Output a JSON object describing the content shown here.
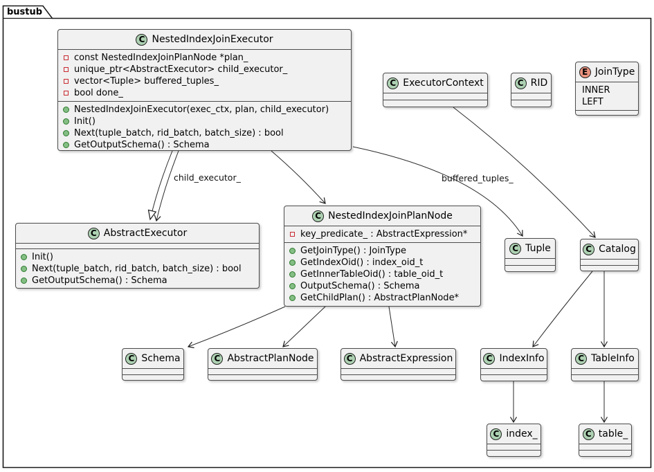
{
  "package": {
    "title": "bustub"
  },
  "colors": {
    "box_background": "#F1F1F1",
    "box_border": "#4B4B4B",
    "frame_border": "#1A1A1A",
    "class_icon_background": "#ADD1B2",
    "enum_icon_background": "#EB937F",
    "private_field_marker": "#C82930",
    "public_method_marker": "#84BE84"
  },
  "classes": {
    "nestedIndexJoinExecutor": {
      "icon": "C",
      "name": "NestedIndexJoinExecutor",
      "fields": [
        "const NestedIndexJoinPlanNode *plan_",
        "unique_ptr<AbstractExecutor> child_executor_",
        "vector<Tuple> buffered_tuples_",
        "bool done_"
      ],
      "methods": [
        "NestedIndexJoinExecutor(exec_ctx, plan, child_executor)",
        "Init()",
        "Next(tuple_batch, rid_batch, batch_size) : bool",
        "GetOutputSchema() : Schema"
      ]
    },
    "executorContext": {
      "icon": "C",
      "name": "ExecutorContext"
    },
    "rid": {
      "icon": "C",
      "name": "RID"
    },
    "joinType": {
      "icon": "E",
      "name": "JoinType",
      "values": [
        "INNER",
        "LEFT"
      ]
    },
    "abstractExecutor": {
      "icon": "C",
      "name": "AbstractExecutor",
      "methods": [
        "Init()",
        "Next(tuple_batch, rid_batch, batch_size) : bool",
        "GetOutputSchema() : Schema"
      ]
    },
    "nestedIndexJoinPlanNode": {
      "icon": "C",
      "name": "NestedIndexJoinPlanNode",
      "fields": [
        "key_predicate_ : AbstractExpression*"
      ],
      "methods": [
        "GetJoinType() : JoinType",
        "GetIndexOid() : index_oid_t",
        "GetInnerTableOid() : table_oid_t",
        "OutputSchema() : Schema",
        "GetChildPlan() : AbstractPlanNode*"
      ]
    },
    "tuple": {
      "icon": "C",
      "name": "Tuple"
    },
    "catalog": {
      "icon": "C",
      "name": "Catalog"
    },
    "schema": {
      "icon": "C",
      "name": "Schema"
    },
    "abstractPlanNode": {
      "icon": "C",
      "name": "AbstractPlanNode"
    },
    "abstractExpression": {
      "icon": "C",
      "name": "AbstractExpression"
    },
    "indexInfo": {
      "icon": "C",
      "name": "IndexInfo"
    },
    "tableInfo": {
      "icon": "C",
      "name": "TableInfo"
    },
    "index_": {
      "icon": "C",
      "name": "index_"
    },
    "table_": {
      "icon": "C",
      "name": "table_"
    }
  },
  "edges": {
    "child_executor": {
      "label": "child_executor_"
    },
    "buffered_tuples": {
      "label": "buffered_tuples_"
    }
  }
}
